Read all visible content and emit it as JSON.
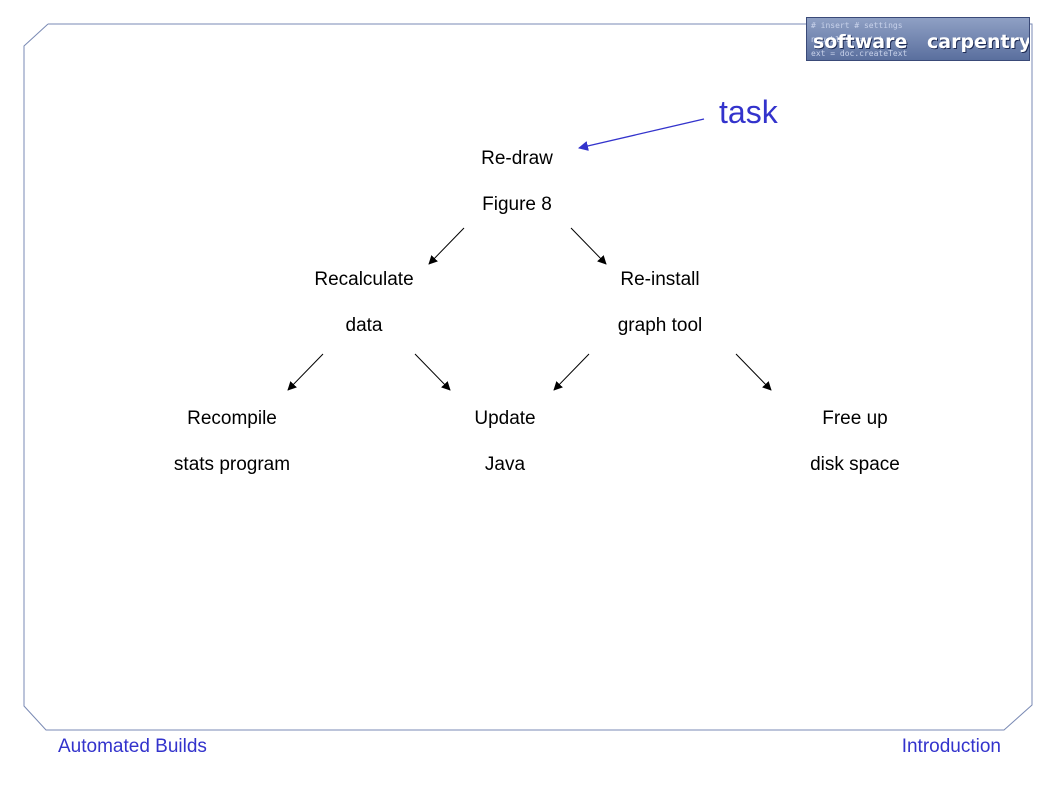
{
  "logo": {
    "word1": "software",
    "word2": "carpentry",
    "background_code": "# insert # settings\nnew_block = ( )\next = doc.createText"
  },
  "annotation": {
    "label": "task",
    "color": "#3333cc"
  },
  "nodes": {
    "redraw": {
      "line1": "Re-draw",
      "line2": "Figure 8"
    },
    "recalculate": {
      "line1": "Recalculate",
      "line2": "data"
    },
    "reinstall": {
      "line1": "Re-install",
      "line2": "graph tool"
    },
    "recompile": {
      "line1": "Recompile",
      "line2": "stats program"
    },
    "update": {
      "line1": "Update",
      "line2": "Java"
    },
    "freeup": {
      "line1": "Free up",
      "line2": "disk space"
    }
  },
  "edges": [
    {
      "from": "redraw",
      "to": "recalculate"
    },
    {
      "from": "redraw",
      "to": "reinstall"
    },
    {
      "from": "recalculate",
      "to": "recompile"
    },
    {
      "from": "recalculate",
      "to": "update"
    },
    {
      "from": "reinstall",
      "to": "update"
    },
    {
      "from": "reinstall",
      "to": "freeup"
    }
  ],
  "footer": {
    "left": "Automated Builds",
    "right": "Introduction"
  },
  "colors": {
    "accent": "#3333cc",
    "frame": "#5a6f9e",
    "arrow": "#000000"
  }
}
